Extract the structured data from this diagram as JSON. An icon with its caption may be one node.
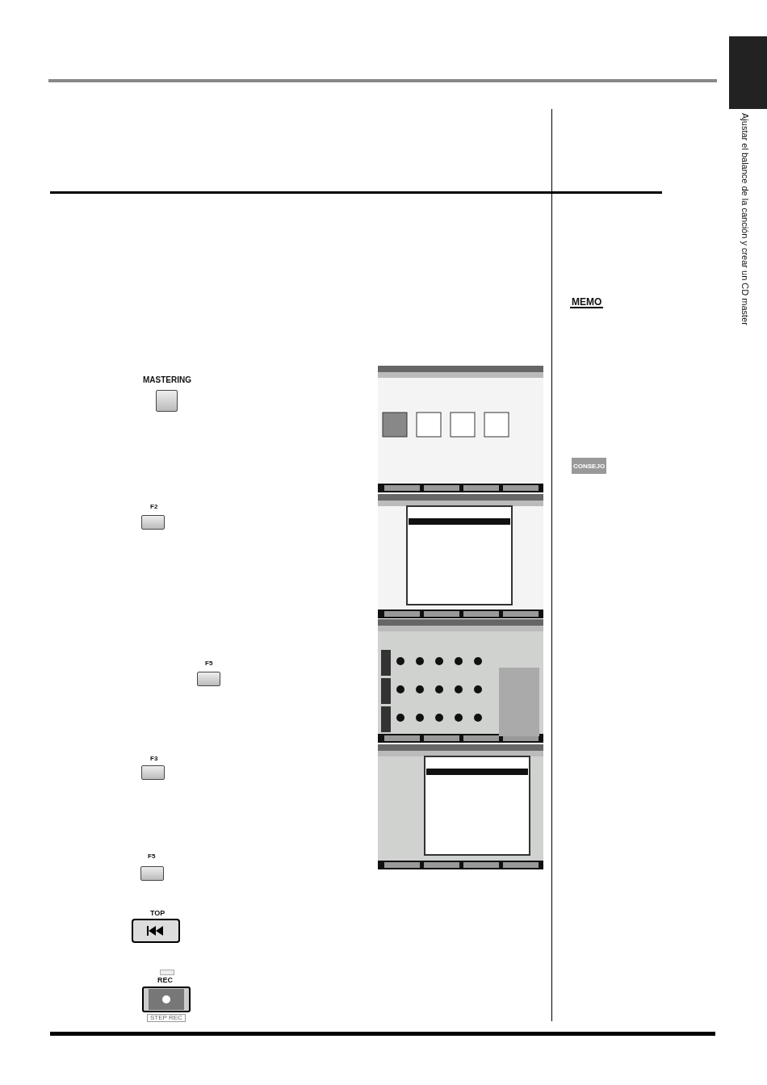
{
  "diagram": {
    "nodes": [
      {
        "text": [],
        "shape": "box"
      }
    ],
    "labels": [
      "MASTERING",
      "F2",
      "F5",
      "F3",
      "F5",
      "TOP",
      "REC",
      "STEP REC",
      "MEMO",
      "CONSEJO",
      "Ajustar el balance de la canción y crear un CD master"
    ]
  }
}
